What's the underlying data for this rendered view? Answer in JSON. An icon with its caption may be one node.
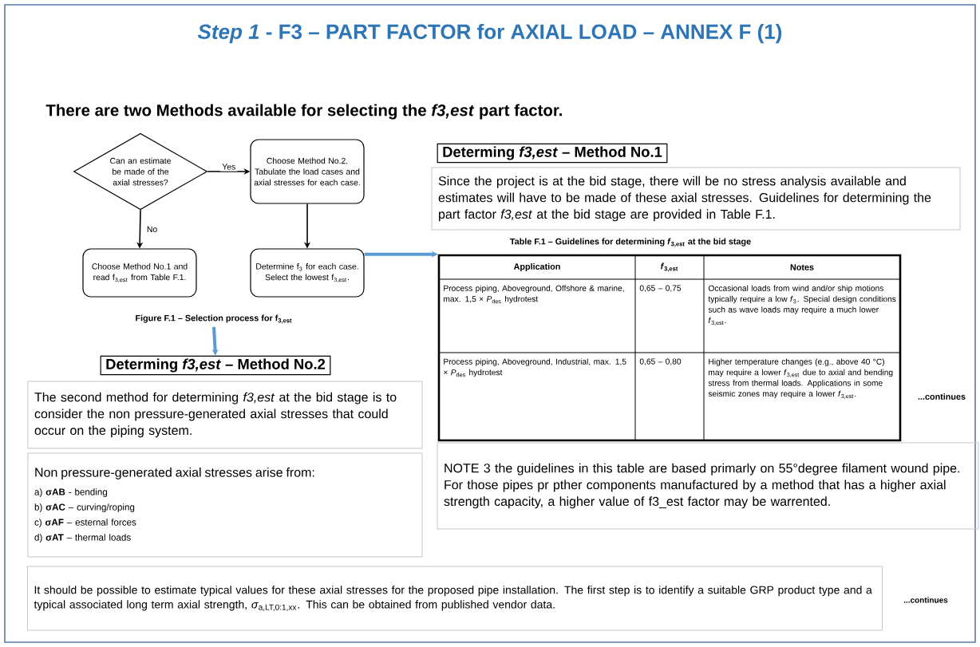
{
  "diagram": {
    "title": "*Step 1* - F3 – PART FACTOR for AXIAL LOAD – ANNEX F (1)",
    "nodes": [
      {
        "text": [
          "Can an estimate be made of the axial stresses?"
        ]
      },
      {
        "text": [
          "Choose Method No.2. Tabulate the load cases and axial stresses for each case."
        ]
      },
      {
        "text": [
          "Choose Method No.1 and read f$_{3,est}$ from Table F.1."
        ]
      },
      {
        "text": [
          "Determine f$_{3}$ for each case. Select the lowest f$_{3,est}$."
        ]
      },
      {
        "text": [
          "Figure F.1 – Selection process for f$_{3,est}$"
        ]
      },
      {
        "text": [
          "Determing *f3,est* – Method No.2"
        ]
      },
      {
        "text": [
          "The second method for determining *f3,est* at the bid stage is to consider the non pressure-generated axial stresses that could occur on the piping system."
        ]
      },
      {
        "text": [
          "Non pressure-generated axial stresses arise from:",
          "a) **σAB** - bending",
          "b) **σAC** – curving/roping",
          "c) **σAF** – esternal forces",
          "d) **σAT** – thermal loads"
        ]
      },
      {
        "text": [
          "Determing *f3,est* – Method No.1"
        ]
      },
      {
        "text": [
          "Since the project is at the bid stage, there will be no stress analysis available and estimates will have to be made of these axial stresses. Guidelines for determining the part factor *f3,est* at the bid stage are provided in Table F.1."
        ]
      },
      {
        "text": [
          "Table F.1 – Guidelines for determining *f*$_{3,est}$ at the bid stage",
          "Application",
          "*f*$_{3,est}$",
          "Notes",
          "Process piping, Aboveground, Offshore & marine, max. 1,5 × *P*$_{des}$ hydrotest",
          "0,65 – 0,75",
          "Occasional loads from wind and/or ship motions typically require a low *f*$_{3}$. Special design conditions such as wave loads may require a much lower *f*$_{3,est}$.",
          "Process piping, Aboveground, Industrial, max. 1,5 × *P*$_{des}$ hydrotest",
          "0,65 – 0,80",
          "Higher temperature changes (e.g., above 40 °C) may require a lower *f*$_{3,est}$ due to axial and bending stress from thermal loads. Applications in some seismic zones may require a lower *f*$_{3,est}$."
        ]
      },
      {
        "text": [
          "NOTE 3 the guidelines in this table are based primarly on 55°degree filament wound pipe. For those pipes pr pther components manufactured by a method that has a higher axial strength capacity, a higher value of f3_est factor may be warrented."
        ]
      },
      {
        "text": [
          "It should be possible to estimate typical values for these axial stresses for the proposed pipe installation. The first step is to identify a suitable GRP product type and a typical associated long term axial strength, *σ*$_{a,LT,0:1,xx}$. This can be obtained from published vendor data."
        ]
      }
    ],
    "edges": [
      {
        "from": 0,
        "to": 1,
        "arrow": "to",
        "label": "Yes"
      },
      {
        "from": 0,
        "to": 2,
        "arrow": "to",
        "label": "No"
      },
      {
        "from": 1,
        "to": 3,
        "arrow": "to"
      },
      {
        "from": 4,
        "to": 5,
        "arrow": "to",
        "style": "thick",
        "color": "#5b9bd5"
      },
      {
        "from": 3,
        "to": 10,
        "arrow": "to",
        "style": "thick",
        "color": "#5b9bd5"
      }
    ],
    "labels": [
      "There are two Methods available for selecting the *f3,est* part factor.",
      "...continues",
      "...continues"
    ]
  }
}
